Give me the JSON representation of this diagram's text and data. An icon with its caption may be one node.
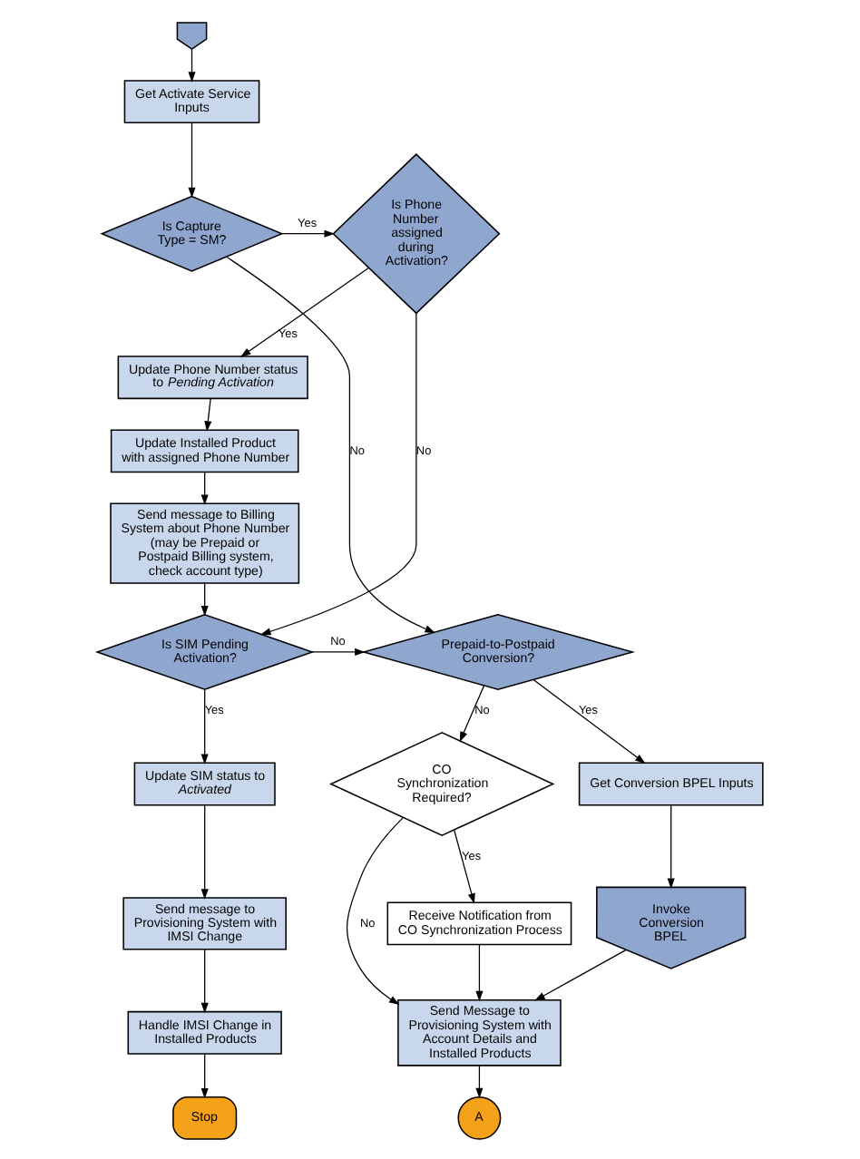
{
  "diagram": {
    "nodes": [
      {
        "text": [],
        "shape": "pentagon"
      },
      {
        "text": [
          "Get Activate Service Inputs"
        ]
      },
      {
        "text": [
          "Is Capture Type = SM?"
        ]
      },
      {
        "text": [
          "Is Phone Number assigned during Activation?"
        ]
      },
      {
        "text": [
          "Update Phone Number status to *Pending Activation*"
        ]
      },
      {
        "text": [
          "Update Installed Product with assigned Phone Number"
        ]
      },
      {
        "text": [
          "Send message to Billing System about Phone Number (may be Prepaid or Postpaid Billing system, check account type)"
        ]
      },
      {
        "text": [
          "Is SIM Pending Activation?"
        ]
      },
      {
        "text": [
          "Prepaid-to-Postpaid Conversion?"
        ]
      },
      {
        "text": [
          "Update SIM status to *Activated*"
        ]
      },
      {
        "text": [
          "CO Synchronization Required?"
        ]
      },
      {
        "text": [
          "Get Conversion BPEL Inputs"
        ]
      },
      {
        "text": [
          "Send message to Provisioning System with IMSI Change"
        ]
      },
      {
        "text": [
          "Receive Notification from CO Synchronization Process"
        ]
      },
      {
        "text": [
          "Invoke Conversion BPEL"
        ]
      },
      {
        "text": [
          "Handle IMSI Change in Installed Products"
        ]
      },
      {
        "text": [
          "Send Message to Provisioning System with Account Details and Installed Products"
        ]
      },
      {
        "text": [
          "Stop"
        ]
      },
      {
        "text": [
          "A"
        ]
      }
    ],
    "edges": [
      {
        "from": 0,
        "to": 1,
        "arrow": "to"
      },
      {
        "from": 1,
        "to": 2,
        "arrow": "to"
      },
      {
        "from": 2,
        "to": 3,
        "arrow": "to",
        "label": "Yes"
      },
      {
        "from": 2,
        "to": 8,
        "arrow": "to",
        "label": "No"
      },
      {
        "from": 3,
        "to": 4,
        "arrow": "to",
        "label": "Yes"
      },
      {
        "from": 3,
        "to": 7,
        "arrow": "to",
        "label": "No"
      },
      {
        "from": 4,
        "to": 5,
        "arrow": "to"
      },
      {
        "from": 5,
        "to": 6,
        "arrow": "to"
      },
      {
        "from": 6,
        "to": 7,
        "arrow": "to"
      },
      {
        "from": 7,
        "to": 8,
        "arrow": "to",
        "label": "No"
      },
      {
        "from": 7,
        "to": 9,
        "arrow": "to",
        "label": "Yes"
      },
      {
        "from": 8,
        "to": 10,
        "arrow": "to",
        "label": "No"
      },
      {
        "from": 8,
        "to": 11,
        "arrow": "to",
        "label": "Yes"
      },
      {
        "from": 9,
        "to": 12,
        "arrow": "to"
      },
      {
        "from": 12,
        "to": 15,
        "arrow": "to"
      },
      {
        "from": 15,
        "to": 17,
        "arrow": "to"
      },
      {
        "from": 10,
        "to": 13,
        "arrow": "to",
        "label": "Yes"
      },
      {
        "from": 10,
        "to": 16,
        "arrow": "to",
        "label": "No"
      },
      {
        "from": 13,
        "to": 16,
        "arrow": "to"
      },
      {
        "from": 11,
        "to": 14,
        "arrow": "to"
      },
      {
        "from": 14,
        "to": 16,
        "arrow": "to"
      },
      {
        "from": 16,
        "to": 18,
        "arrow": "to"
      }
    ]
  }
}
